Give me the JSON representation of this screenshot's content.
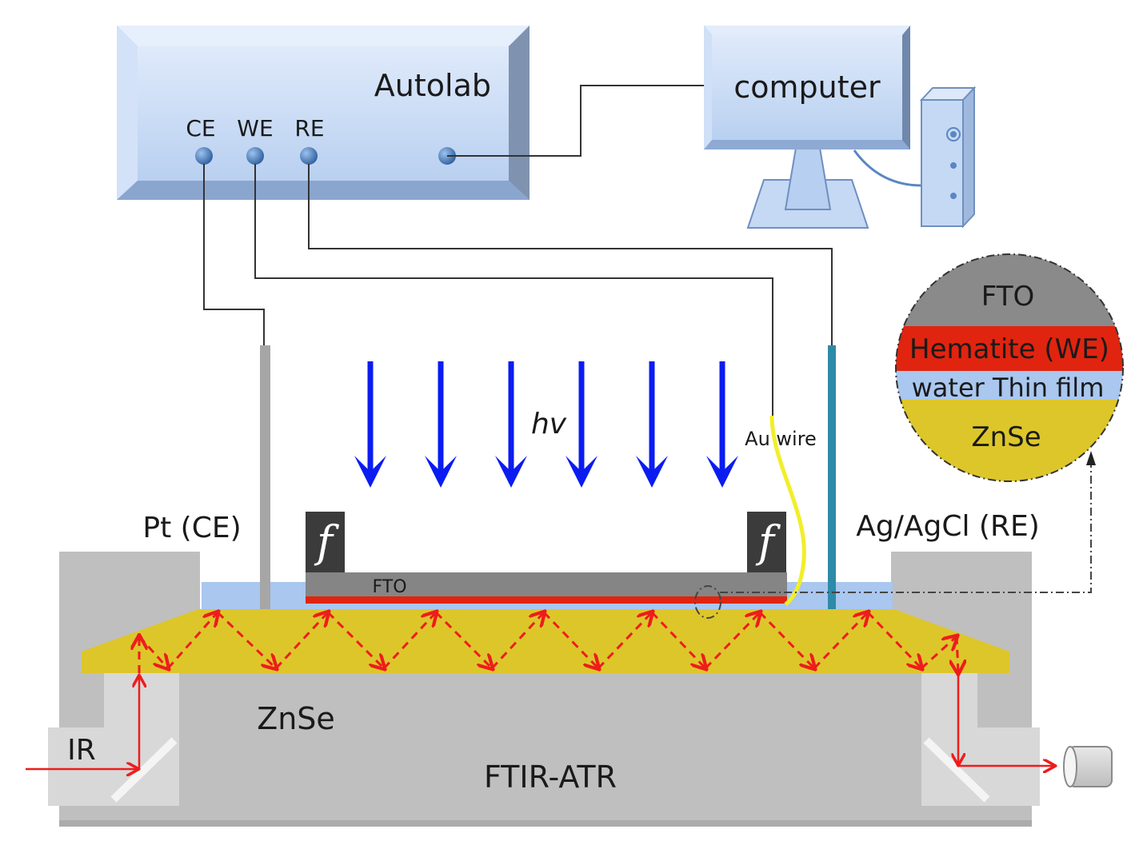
{
  "title": "Photoelectrochemical FTIR-ATR setup",
  "autolab": {
    "label": "Autolab",
    "ports": [
      "CE",
      "WE",
      "RE"
    ]
  },
  "computer": {
    "label": "computer"
  },
  "light": {
    "label": "hv",
    "arrow_count": 6
  },
  "electrodes": {
    "counter": "Pt (CE)",
    "reference": "Ag/AgCl (RE)",
    "working_wire": "Au wire"
  },
  "sample": {
    "fto_label": "FTO",
    "clip_glyph": "f"
  },
  "inset": {
    "layers": [
      "FTO",
      "Hematite (WE)",
      "water Thin film",
      "ZnSe"
    ]
  },
  "atr": {
    "crystal_label": "ZnSe",
    "instrument_label": "FTIR-ATR",
    "ir_label": "IR"
  },
  "colors": {
    "device_blue": "#c5d9f4",
    "port_blue": "#3e74b6",
    "light_arrow": "#0b1cf0",
    "ir_beam": "#ee1c1c",
    "hematite_red": "#e0240f",
    "water_blue": "#a9c7ef",
    "znse_yellow": "#ddc62a",
    "fto_gray": "#858585",
    "clip_dark": "#3b3b3b",
    "atr_gray": "#c0c0c0",
    "au_wire": "#f2ee2a",
    "re_teal": "#2d8aa8"
  }
}
